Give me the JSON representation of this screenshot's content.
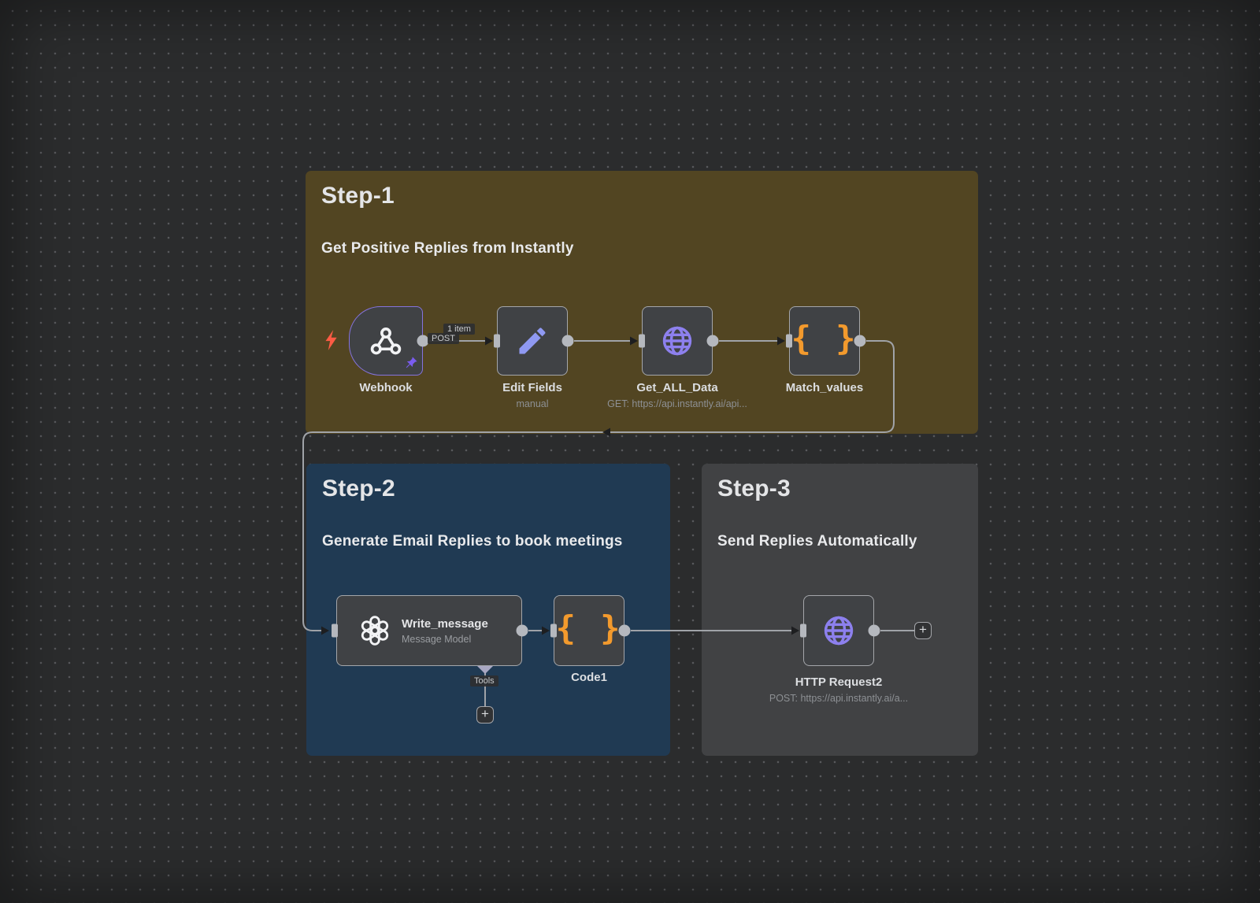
{
  "notes": {
    "step1": {
      "title": "Step-1",
      "subtitle": "Get Positive Replies from Instantly"
    },
    "step2": {
      "title": "Step-2",
      "subtitle": "Generate Email Replies to book meetings"
    },
    "step3": {
      "title": "Step-3",
      "subtitle": "Send Replies Automatically"
    }
  },
  "nodes": {
    "webhook": {
      "label": "Webhook"
    },
    "edit_fields": {
      "label": "Edit Fields",
      "sublabel": "manual"
    },
    "get_all_data": {
      "label": "Get_ALL_Data",
      "sublabel": "GET: https://api.instantly.ai/api..."
    },
    "match_values": {
      "label": "Match_values"
    },
    "write_message": {
      "label": "Write_message",
      "sublabel": "Message Model"
    },
    "code1": {
      "label": "Code1"
    },
    "http_request2": {
      "label": "HTTP Request2",
      "sublabel": "POST: https://api.instantly.ai/a..."
    }
  },
  "edges": {
    "items_badge": "1 item",
    "method_badge": "POST",
    "tools_badge": "Tools"
  },
  "glyphs": {
    "braces": "{ }",
    "plus": "+"
  },
  "colors": {
    "canvas_bg": "#2b2c2d",
    "note1_bg": "#524522",
    "note2_bg": "#203a53",
    "note3_bg": "#414244",
    "node_bg": "#404245",
    "node_border": "#a4a6aa",
    "trigger_border": "#8573de",
    "edge_line": "#a0a3a8",
    "braces_orange": "#f39a2d",
    "icon_purple": "#8d80ee",
    "pencil_purple": "#8f99f2",
    "bolt_red": "#fd5b44",
    "pin_purple": "#7a5cf0"
  }
}
